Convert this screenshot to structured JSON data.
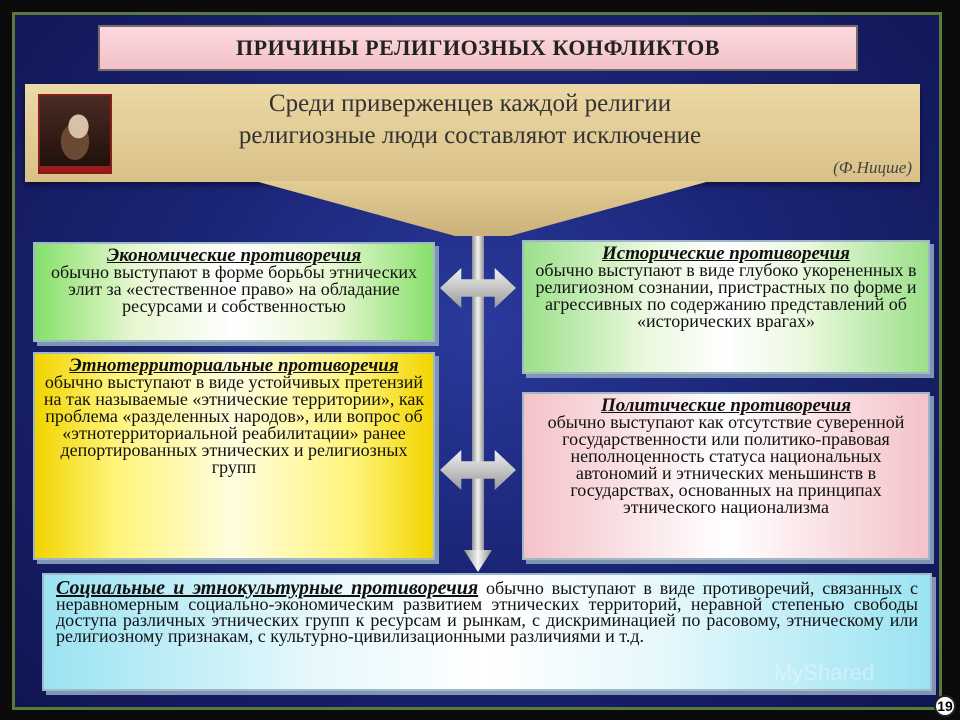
{
  "title": "ПРИЧИНЫ РЕЛИГИОЗНЫХ КОНФЛИКТОВ",
  "quote": {
    "line1": "Среди приверженцев каждой религии",
    "line2": "религиозные люди составляют исключение",
    "author": "(Ф.Ницше)"
  },
  "cards": {
    "economic": {
      "head": "Экономические противоречия",
      "body": "обычно выступают в форме борьбы этнических элит за «естественное право» на обладание ресурсами и собственностью"
    },
    "ethnoterritorial": {
      "head": "Этнотерриториальные противоречия",
      "body": "обычно выступают в виде устойчивых претензий на так называемые «этнические территории», как проблема «разделенных народов», или вопрос об «этнотерриториальной реабилитации» ранее депортированных этнических и религиозных групп"
    },
    "historical": {
      "head": "Исторические противоречия",
      "body": "обычно выступают в виде глубоко укорененных в религиозном сознании, пристрастных по форме и агрессивных по содержанию представлений об «исторических врагах»"
    },
    "political": {
      "head": "Политические противоречия",
      "body": "обычно выступают как отсутствие суверенной государственности или политико-правовая неполноценность статуса национальных автономий и этнических меньшинств в государствах, основанных на принципах этнического национализма"
    },
    "social": {
      "head": "Социальные и этнокультурные противоречия",
      "body": " обычно выступают в виде противоречий, связанных с неравномерным социально-экономическим развитием этнических территорий, неравной степенью свободы доступа различных этнических групп к ресурсам и рынкам, с дискриминацией по расовому, этническому или религиозному признакам, с культурно-цивилизационными различиями и т.д."
    }
  },
  "page_number": "19",
  "watermark": "MyShared",
  "colors": {
    "background": "#1b2576",
    "title_bg": "#f3c1c8",
    "banner": "#d9c088",
    "economic": "#86e06a",
    "ethnoterritorial": "#f2d400",
    "historical": "#9be08a",
    "political": "#f3c3c8",
    "social": "#9be3f2"
  }
}
